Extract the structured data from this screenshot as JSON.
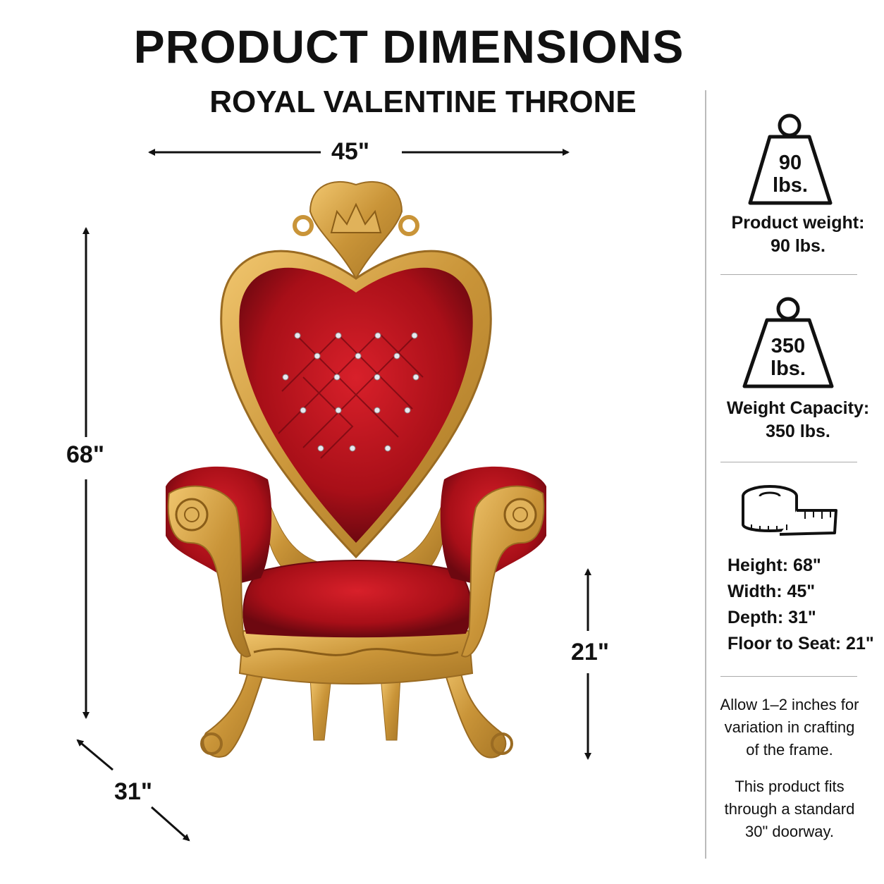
{
  "header": {
    "title": "PRODUCT DIMENSIONS",
    "subtitle": "ROYAL VALENTINE THRONE"
  },
  "dimensions": {
    "width_label": "45\"",
    "height_label": "68\"",
    "seat_label": "21\"",
    "depth_label": "31\""
  },
  "sidebar": {
    "weight": {
      "icon": "weight-icon",
      "badge_num": "90",
      "badge_unit": "lbs.",
      "caption_line1": "Product weight:",
      "caption_line2": "90 lbs."
    },
    "capacity": {
      "icon": "weight-icon",
      "badge_num": "350",
      "badge_unit": "lbs.",
      "caption_line1": "Weight Capacity:",
      "caption_line2": "350 lbs."
    },
    "tape_icon": "tape-measure-icon",
    "specs": {
      "height": "Height:  68\"",
      "width": "Width:  45\"",
      "depth": "Depth:  31\"",
      "seat": "Floor to Seat: 21\""
    },
    "note1": [
      "Allow 1–2 inches for",
      "variation in crafting",
      "of the frame."
    ],
    "note2": [
      "This product fits",
      "through a standard",
      "30\" doorway."
    ]
  },
  "colors": {
    "velvet": "#b0111c",
    "gold": "#d4a047",
    "text": "#111111"
  }
}
